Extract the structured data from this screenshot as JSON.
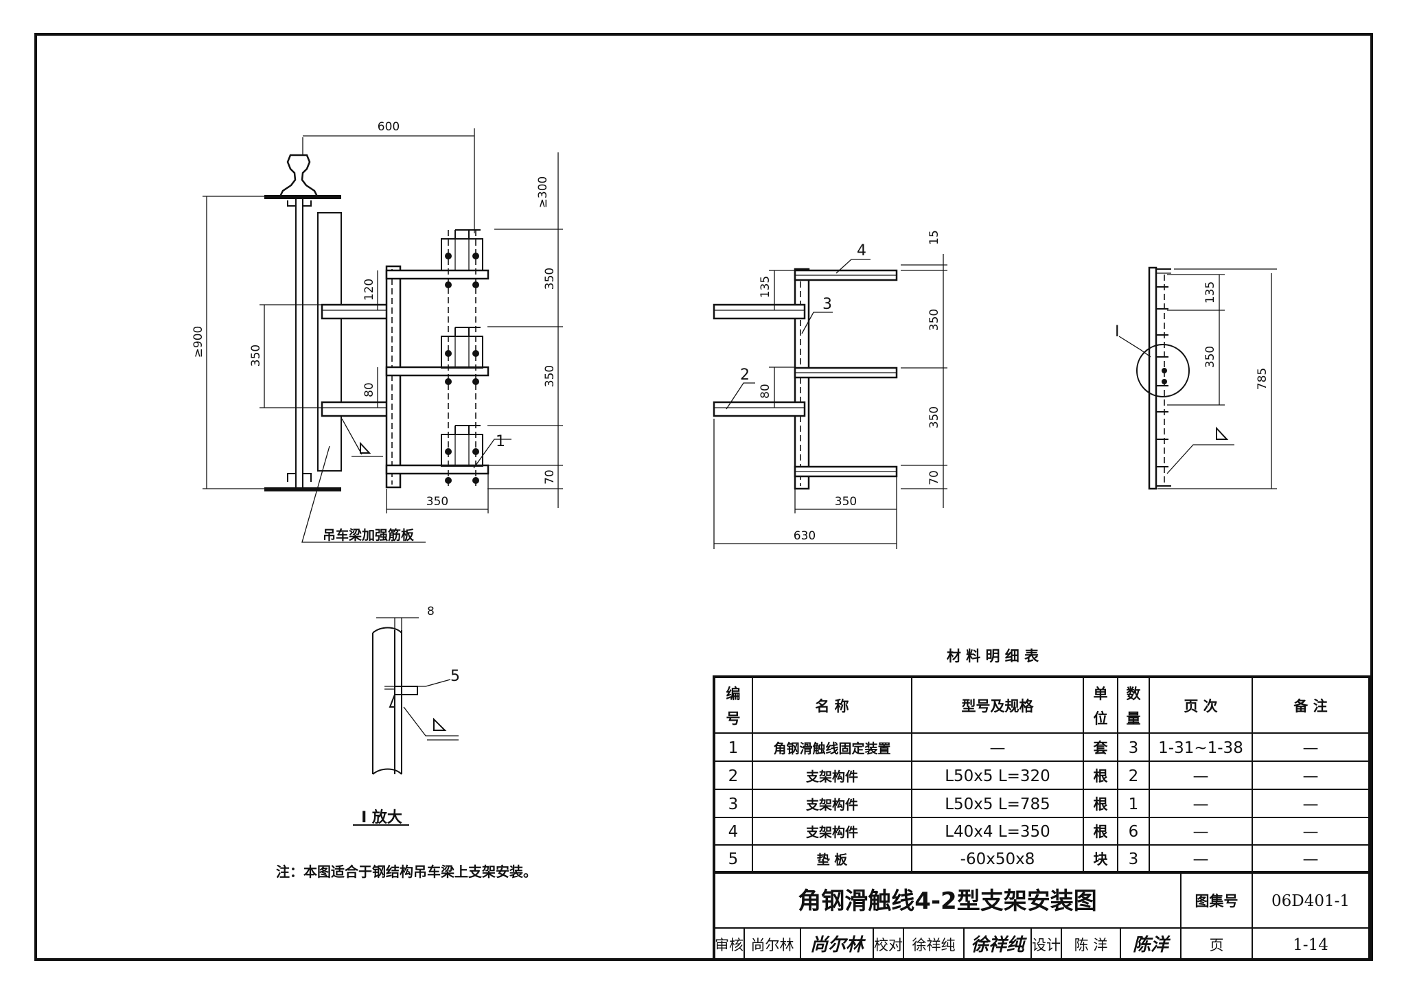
{
  "view1": {
    "dims": {
      "w600": "600",
      "h300": "≥300",
      "h900": "≥900",
      "d350a": "350",
      "d350b": "350",
      "d350c": "350",
      "d120": "120",
      "d80": "80",
      "d70": "70",
      "w350": "350"
    },
    "callout_1": "1",
    "plate_label": "吊车梁加强筋板"
  },
  "view2": {
    "dims": {
      "d15": "15",
      "d135": "135",
      "d350a": "350",
      "d350b": "350",
      "d80": "80",
      "d70": "70",
      "w350": "350",
      "w630": "630"
    },
    "callout_2": "2",
    "callout_3": "3",
    "callout_4": "4"
  },
  "view3": {
    "dims": {
      "d135": "135",
      "d350": "350",
      "d785": "785"
    },
    "callout_I": "I"
  },
  "detail": {
    "dim_8": "8",
    "callout_5": "5",
    "caption": "I 放大"
  },
  "note": "注：本图适合于钢结构吊车梁上支架安装。",
  "table": {
    "caption": "材 料 明 细 表",
    "headers": {
      "no": [
        "编",
        "号"
      ],
      "name": "名 称",
      "model": "型号及规格",
      "unit": [
        "单",
        "位"
      ],
      "qty": [
        "数",
        "量"
      ],
      "page": "页 次",
      "remark": "备 注"
    },
    "rows": [
      {
        "no": "1",
        "name": "角钢滑触线固定装置",
        "model": "—",
        "unit": "套",
        "qty": "3",
        "page": "1-31~1-38",
        "remark": "—"
      },
      {
        "no": "2",
        "name": "支架构件",
        "model": "L50x5 L=320",
        "unit": "根",
        "qty": "2",
        "page": "—",
        "remark": "—"
      },
      {
        "no": "3",
        "name": "支架构件",
        "model": "L50x5 L=785",
        "unit": "根",
        "qty": "1",
        "page": "—",
        "remark": "—"
      },
      {
        "no": "4",
        "name": "支架构件",
        "model": "L40x4 L=350",
        "unit": "根",
        "qty": "6",
        "page": "—",
        "remark": "—"
      },
      {
        "no": "5",
        "name": "垫 板",
        "model": "-60x50x8",
        "unit": "块",
        "qty": "3",
        "page": "—",
        "remark": "—"
      }
    ]
  },
  "titleblock": {
    "title": "角钢滑触线4-2型支架安装图",
    "atlas_label": "图集号",
    "atlas_no": "06D401-1",
    "review_label": "审核",
    "reviewer": "尚尔林",
    "reviewer_sig": "尚尔林",
    "check_label": "校对",
    "checker": "徐祥纯",
    "checker_sig": "徐祥纯",
    "design_label": "设计",
    "designer": "陈 洋",
    "designer_sig": "陈洋",
    "page_label": "页",
    "page_no": "1-14"
  }
}
